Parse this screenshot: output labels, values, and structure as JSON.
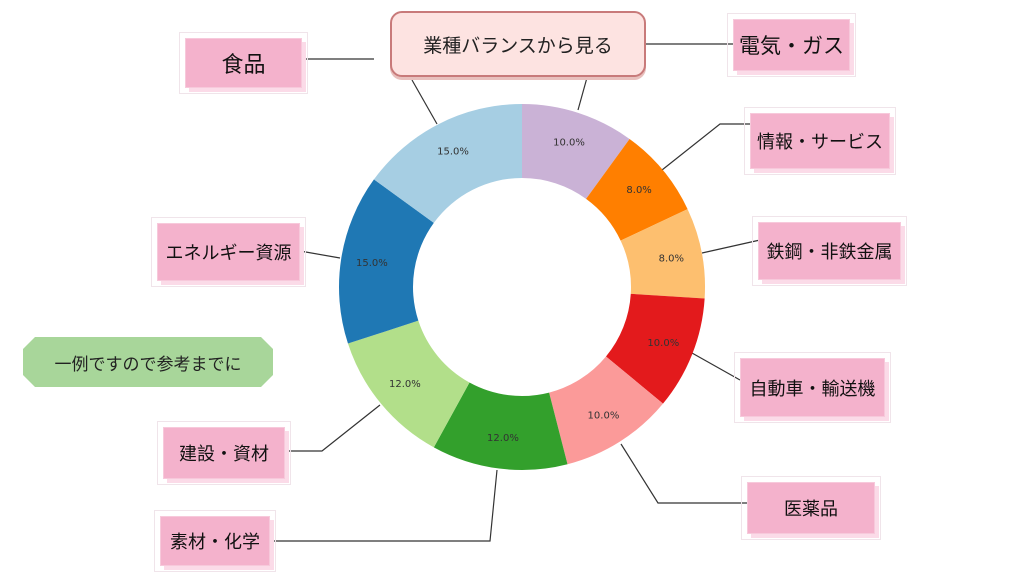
{
  "title": "業種バランスから見る",
  "note": "一例ですので参考までに",
  "chart_data": {
    "type": "pie",
    "variant": "donut",
    "categories": [
      "電気・ガス",
      "情報・サービス",
      "鉄鋼・非鉄金属",
      "自動車・輸送機",
      "医薬品",
      "素材・化学",
      "建設・資材",
      "エネルギー資源",
      "食品"
    ],
    "values": [
      10.0,
      8.0,
      8.0,
      10.0,
      10.0,
      12.0,
      12.0,
      15.0,
      15.0
    ],
    "value_labels": [
      "10.0%",
      "8.0%",
      "8.0%",
      "10.0%",
      "10.0%",
      "12.0%",
      "12.0%",
      "15.0%",
      "15.0%"
    ],
    "colors": [
      "#cab2d6",
      "#ff7f00",
      "#fdbf6f",
      "#e31a1c",
      "#fb9a99",
      "#33a02c",
      "#b2df8a",
      "#1f78b4",
      "#a6cee3"
    ],
    "start": "top",
    "direction": "clockwise"
  },
  "labels": [
    {
      "name": "label-denki-gas",
      "text": "電気・ガス"
    },
    {
      "name": "label-joho-service",
      "text": "情報・サービス"
    },
    {
      "name": "label-tekko-hitetsu",
      "text": "鉄鋼・非鉄金属"
    },
    {
      "name": "label-jidosha-yusoki",
      "text": "自動車・輸送機"
    },
    {
      "name": "label-iyakuhin",
      "text": "医薬品"
    },
    {
      "name": "label-sozai-kagaku",
      "text": "素材・化学"
    },
    {
      "name": "label-kensetsu-shizai",
      "text": "建設・資材"
    },
    {
      "name": "label-energy-shigen",
      "text": "エネルギー資源"
    },
    {
      "name": "label-shokuhin",
      "text": "食品"
    }
  ]
}
